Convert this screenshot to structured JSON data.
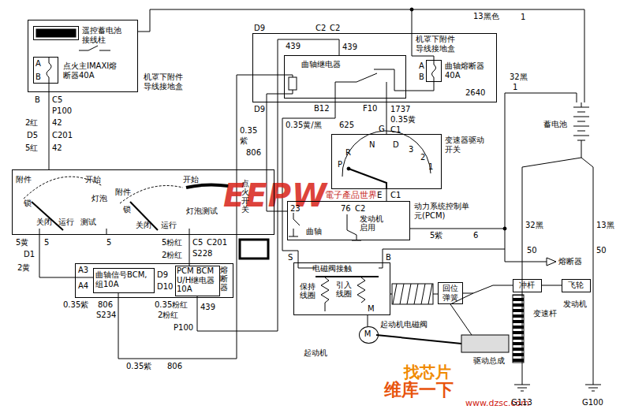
{
  "diagram": {
    "nodes": [
      {
        "text": [
          "机罩下附件导线接地盒"
        ]
      },
      {
        "text": [
          "遥控蓄电池接线柱"
        ],
        "in": 0
      },
      {
        "text": [
          "点火主IMAXI熔断器40A"
        ],
        "in": 0
      },
      {
        "text": [
          "机罩下附件导线接地盒"
        ]
      },
      {
        "text": [
          "曲轴继电器"
        ],
        "in": 3
      },
      {
        "text": [
          "曲轴熔断器40A"
        ],
        "in": 3
      },
      {
        "text": [
          "变速器驱动开关"
        ]
      },
      {
        "text": [
          "点火开关"
        ]
      },
      {
        "text": [
          "动力系统控制单元(PCM)"
        ]
      },
      {
        "text": [
          "熔断器"
        ]
      },
      {
        "text": [
          "曲轴信号BCM,组10A"
        ],
        "in": 9
      },
      {
        "text": [
          "PCM BCM U/H继电器10A"
        ],
        "in": 9
      },
      {
        "text": [
          "电磁阀接触"
        ]
      },
      {
        "text": [
          "M"
        ]
      },
      {
        "text": [
          "回位弹簧"
        ]
      },
      {
        "text": [
          "冲杆"
        ]
      },
      {
        "text": [
          "飞轮"
        ]
      },
      {
        "text": [
          "蓄电池"
        ]
      }
    ],
    "edges": [
      {
        "from": 2,
        "to": 7,
        "arrow": "none"
      },
      {
        "from": 0,
        "to": 17,
        "arrow": "none"
      },
      {
        "from": 17,
        "to": 12,
        "arrow": "none"
      },
      {
        "from": 5,
        "to": 4,
        "arrow": "none"
      },
      {
        "from": 4,
        "to": 6,
        "arrow": "none"
      },
      {
        "from": 6,
        "to": 8,
        "arrow": "none"
      },
      {
        "from": 4,
        "to": 12,
        "arrow": "none"
      },
      {
        "from": 4,
        "to": 8,
        "arrow": "none"
      },
      {
        "from": 10,
        "to": 4,
        "arrow": "none"
      },
      {
        "from": 7,
        "to": 10,
        "arrow": "none"
      },
      {
        "from": 7,
        "to": 11,
        "arrow": "none"
      },
      {
        "from": 11,
        "to": 4,
        "arrow": "none"
      },
      {
        "from": 12,
        "to": 13,
        "arrow": "none"
      },
      {
        "from": 15,
        "to": 16,
        "arrow": "none"
      }
    ],
    "labels": [
      "13黑色",
      "1",
      "A",
      "B",
      "B",
      "C5",
      "P100",
      "2红",
      "42",
      "D5",
      "C201",
      "5红",
      "42",
      "D9",
      "C2",
      "C2",
      "439",
      "439",
      "A",
      "B",
      "2640",
      "D9",
      "B12",
      "F10",
      "1737",
      "0.35黄",
      "G",
      "C1",
      "0.35黄/黑",
      "625",
      "0.35",
      "紫",
      "806",
      "P",
      "R",
      "N",
      "D",
      "3",
      "2",
      "1",
      "E",
      "C1",
      "附件",
      "锁",
      "关闭",
      "运行",
      "测试",
      "开始",
      "灯泡",
      "附件",
      "锁",
      "关闭",
      "运行",
      "灯泡测试",
      "开始",
      "23",
      "76",
      "C2",
      "曲轴",
      "发动机启用",
      "5紫",
      "6",
      "5黄",
      "5",
      "D1",
      "2黄",
      "5",
      "5粉红",
      "C5",
      "C201",
      "2粉红",
      "S228",
      "A3",
      "A4",
      "D9",
      "D10",
      "0.35紫",
      "806",
      "S234",
      "0.35粉红",
      "2粉红",
      "439",
      "P100",
      "0.35紫",
      "806",
      "S",
      "B",
      "熔断器",
      "保持线圈",
      "引入线圈",
      "M",
      "起动机电磁阀",
      "起动机",
      "32黑",
      "1",
      "变速杆",
      "发动机",
      "驱动总成",
      "32黑",
      "50",
      "13黑",
      "50",
      "G113",
      "G100",
      "EEPW",
      "電子產品世界",
      "找芯片",
      "维库一下",
      "www.dzsc.com"
    ]
  }
}
